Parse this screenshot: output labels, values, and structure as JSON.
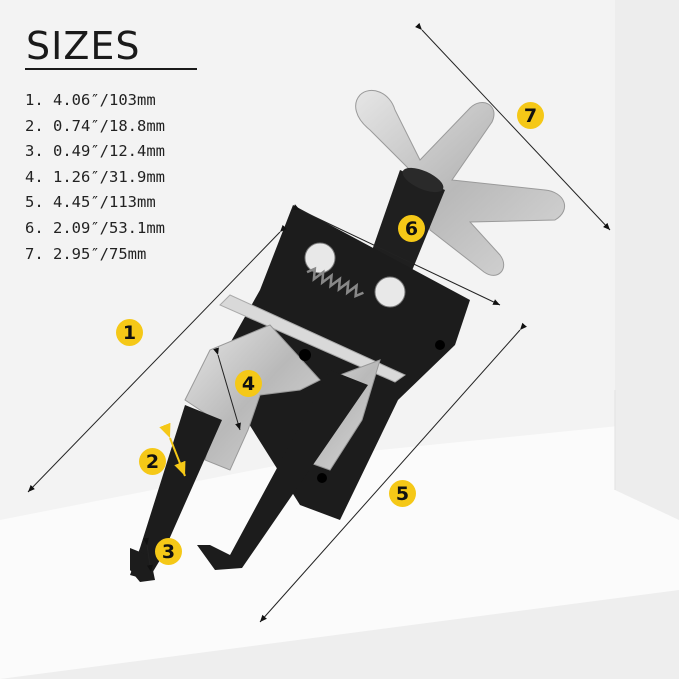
{
  "sizes": {
    "title": "SIZES",
    "items": [
      {
        "n": "1.",
        "value": "4.06″/103mm"
      },
      {
        "n": "2.",
        "value": "0.74″/18.8mm"
      },
      {
        "n": "3.",
        "value": "0.49″/12.4mm"
      },
      {
        "n": "4.",
        "value": "1.26″/31.9mm"
      },
      {
        "n": "5.",
        "value": "4.45″/113mm"
      },
      {
        "n": "6.",
        "value": "2.09″/53.1mm"
      },
      {
        "n": "7.",
        "value": "2.95″/75mm"
      }
    ]
  },
  "callouts": [
    {
      "label": "1"
    },
    {
      "label": "2"
    },
    {
      "label": "3"
    },
    {
      "label": "4"
    },
    {
      "label": "5"
    },
    {
      "label": "6"
    },
    {
      "label": "7"
    }
  ],
  "colors": {
    "badge": "#f5c817",
    "tool_black": "#1e1e1e",
    "tool_silver": "#c9c9c9"
  }
}
